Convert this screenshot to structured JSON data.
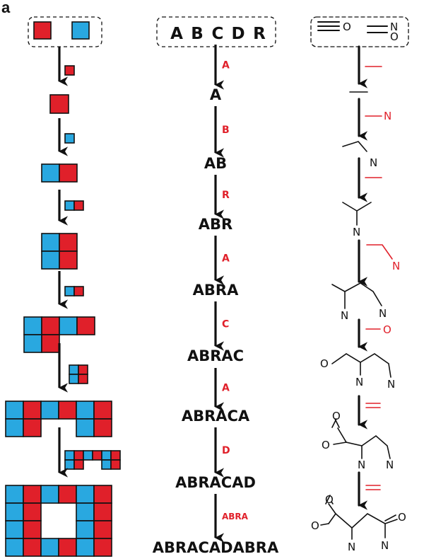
{
  "panel_label": "a",
  "colors": {
    "red": "#e0202a",
    "blue": "#29a8e0",
    "outline": "#111111",
    "arrow": "#111111"
  },
  "alphabet": [
    "A",
    "B",
    "C",
    "D",
    "R"
  ],
  "sequence_steps": [
    {
      "addition": "A",
      "result": "A"
    },
    {
      "addition": "B",
      "result": "AB"
    },
    {
      "addition": "R",
      "result": "ABR"
    },
    {
      "addition": "A",
      "result": "ABRA"
    },
    {
      "addition": "C",
      "result": "ABRAC"
    },
    {
      "addition": "A",
      "result": "ABRACA"
    },
    {
      "addition": "D",
      "result": "ABRACAD"
    },
    {
      "addition": "ABRA",
      "result": "ABRACADABRA"
    }
  ],
  "chem_labels": {
    "reagent_top_o": "O",
    "reagent_top_n": "N",
    "reagent_top_o2": "O",
    "s2_add_n": "N",
    "s2_n": "N",
    "s3_n": "N",
    "s4_add_n": "N",
    "s4_n1": "N",
    "s4_n2": "N",
    "s5_add_o": "O",
    "s5_o": "O",
    "s5_n1": "N",
    "s5_n2": "N",
    "s6_o1": "O",
    "s6_o2": "O",
    "s6_n1": "N",
    "s6_n2": "N",
    "s7_o1": "O",
    "s7_o2": "O",
    "s7_o3": "O",
    "s7_n1": "N",
    "s7_n2": "N"
  }
}
